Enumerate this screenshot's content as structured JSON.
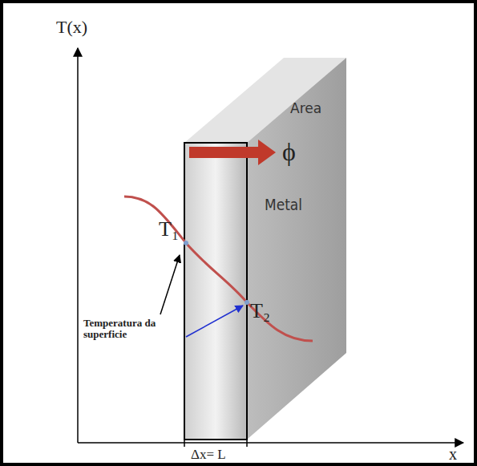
{
  "diagram": {
    "labels": [
      "T(x)",
      "Area",
      "ϕ",
      "Metal",
      "T₁",
      "T₂",
      "Temperatura da superficie",
      "Δx= L",
      "x"
    ]
  }
}
